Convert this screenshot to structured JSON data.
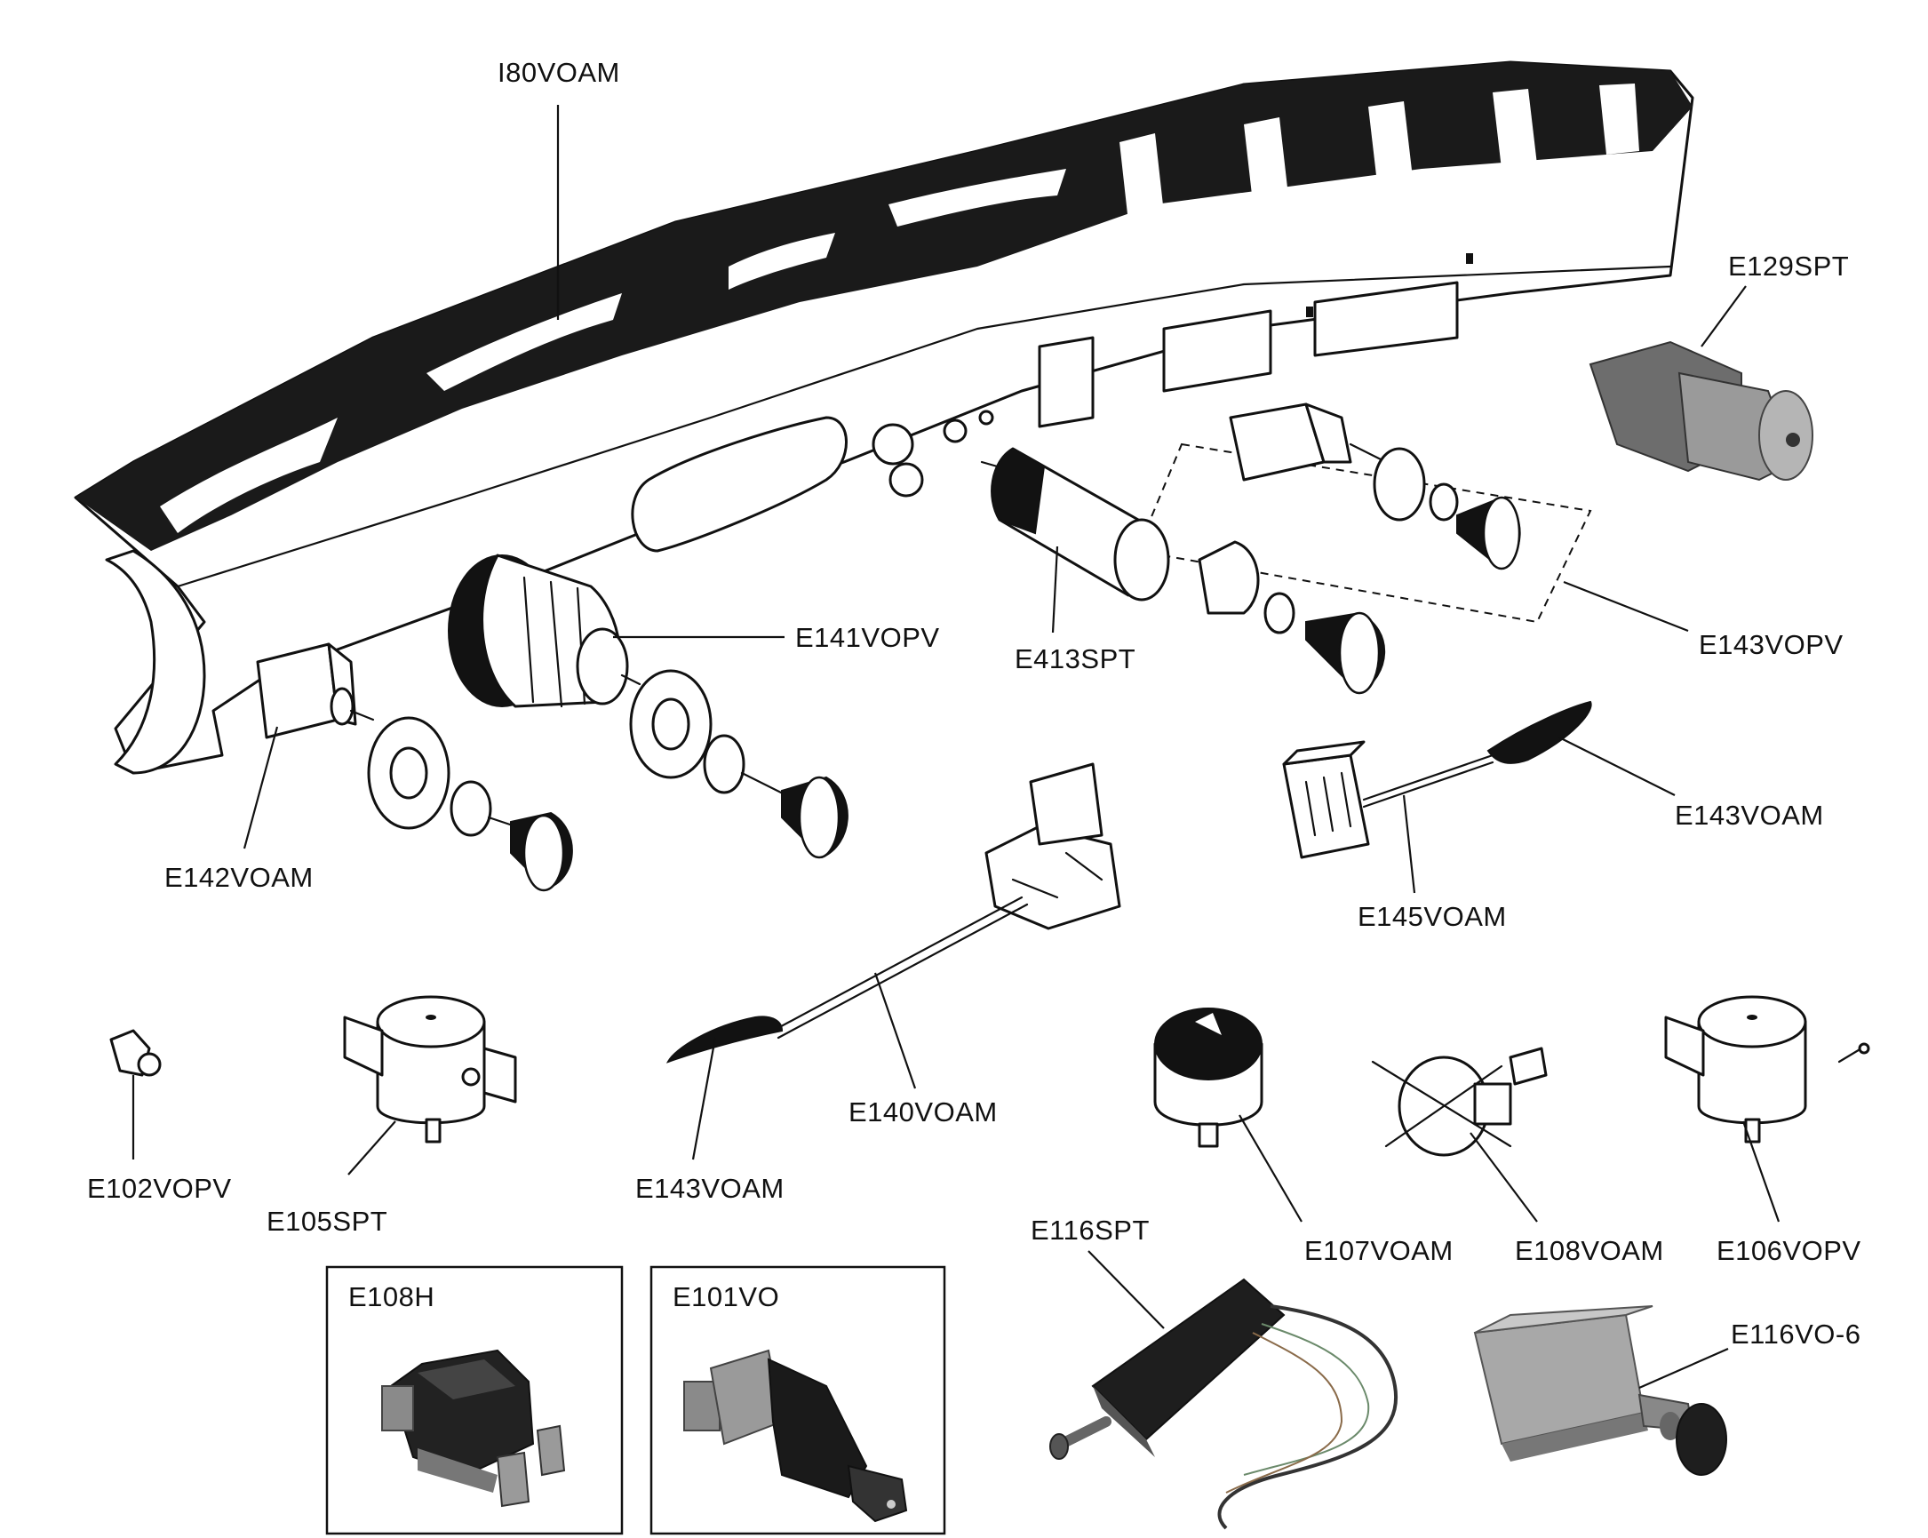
{
  "labels": {
    "I80VOAM": "I80VOAM",
    "E129SPT": "E129SPT",
    "E141VOPV": "E141VOPV",
    "E413SPT": "E413SPT",
    "E143VOPV": "E143VOPV",
    "E142VOAM": "E142VOAM",
    "E143VOAM_right": "E143VOAM",
    "E145VOAM": "E145VOAM",
    "E140VOAM": "E140VOAM",
    "E143VOAM_left": "E143VOAM",
    "E102VOPV": "E102VOPV",
    "E105SPT": "E105SPT",
    "E107VOAM": "E107VOAM",
    "E108VOAM": "E108VOAM",
    "E106VOPV": "E106VOPV",
    "E116SPT": "E116SPT",
    "E108H": "E108H",
    "E101VO": "E101VO",
    "E116VO_6": "E116VO-6"
  }
}
